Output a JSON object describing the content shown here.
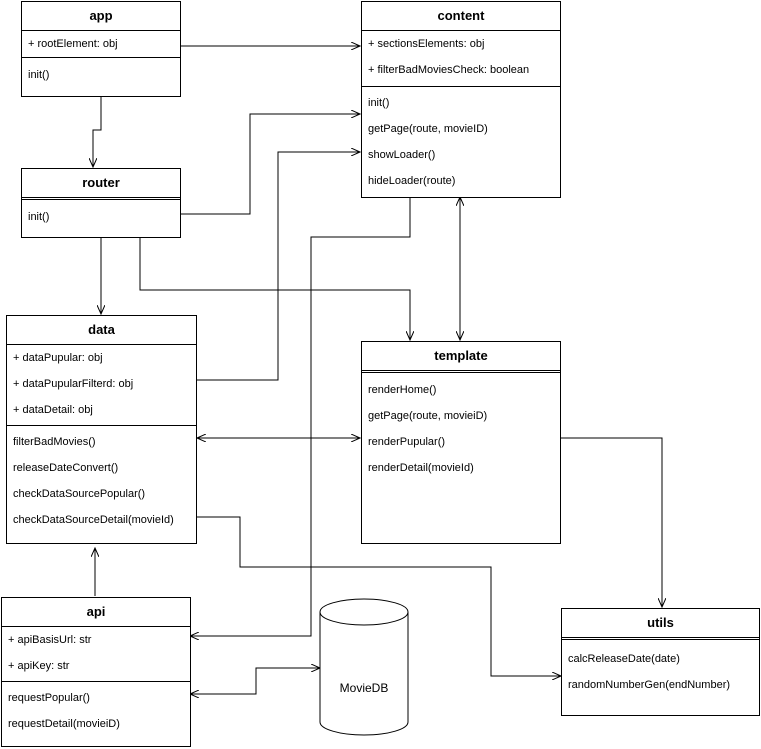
{
  "classes": {
    "app": {
      "name": "app",
      "attributes": [
        "+ rootElement:  obj"
      ],
      "methods": [
        "init()"
      ]
    },
    "content": {
      "name": "content",
      "attributes": [
        "+ sectionsElements: obj",
        "+ filterBadMoviesCheck: boolean"
      ],
      "methods": [
        "init()",
        "getPage(route, movieID)",
        "showLoader()",
        "hideLoader(route)"
      ]
    },
    "router": {
      "name": "router",
      "attributes": [],
      "methods": [
        "init()"
      ]
    },
    "data": {
      "name": "data",
      "attributes": [
        "+ dataPupular: obj",
        "+ dataPupularFilterd: obj",
        "+ dataDetail: obj"
      ],
      "methods": [
        "filterBadMovies()",
        "releaseDateConvert()",
        "checkDataSourcePopular()",
        "checkDataSourceDetail(movieId)"
      ]
    },
    "template": {
      "name": "template",
      "attributes": [],
      "methods": [
        "renderHome()",
        "getPage(route, movieiD)",
        "renderPupular()",
        "renderDetail(movieId)"
      ]
    },
    "api": {
      "name": "api",
      "attributes": [
        "+ apiBasisUrl: str",
        "+ apiKey: str"
      ],
      "methods": [
        "requestPopular()",
        "requestDetail(movieiD)"
      ]
    },
    "utils": {
      "name": "utils",
      "attributes": [],
      "methods": [
        "calcReleaseDate(date)",
        "randomNumberGen(endNumber)"
      ]
    }
  },
  "database": {
    "label": "MovieDB"
  }
}
